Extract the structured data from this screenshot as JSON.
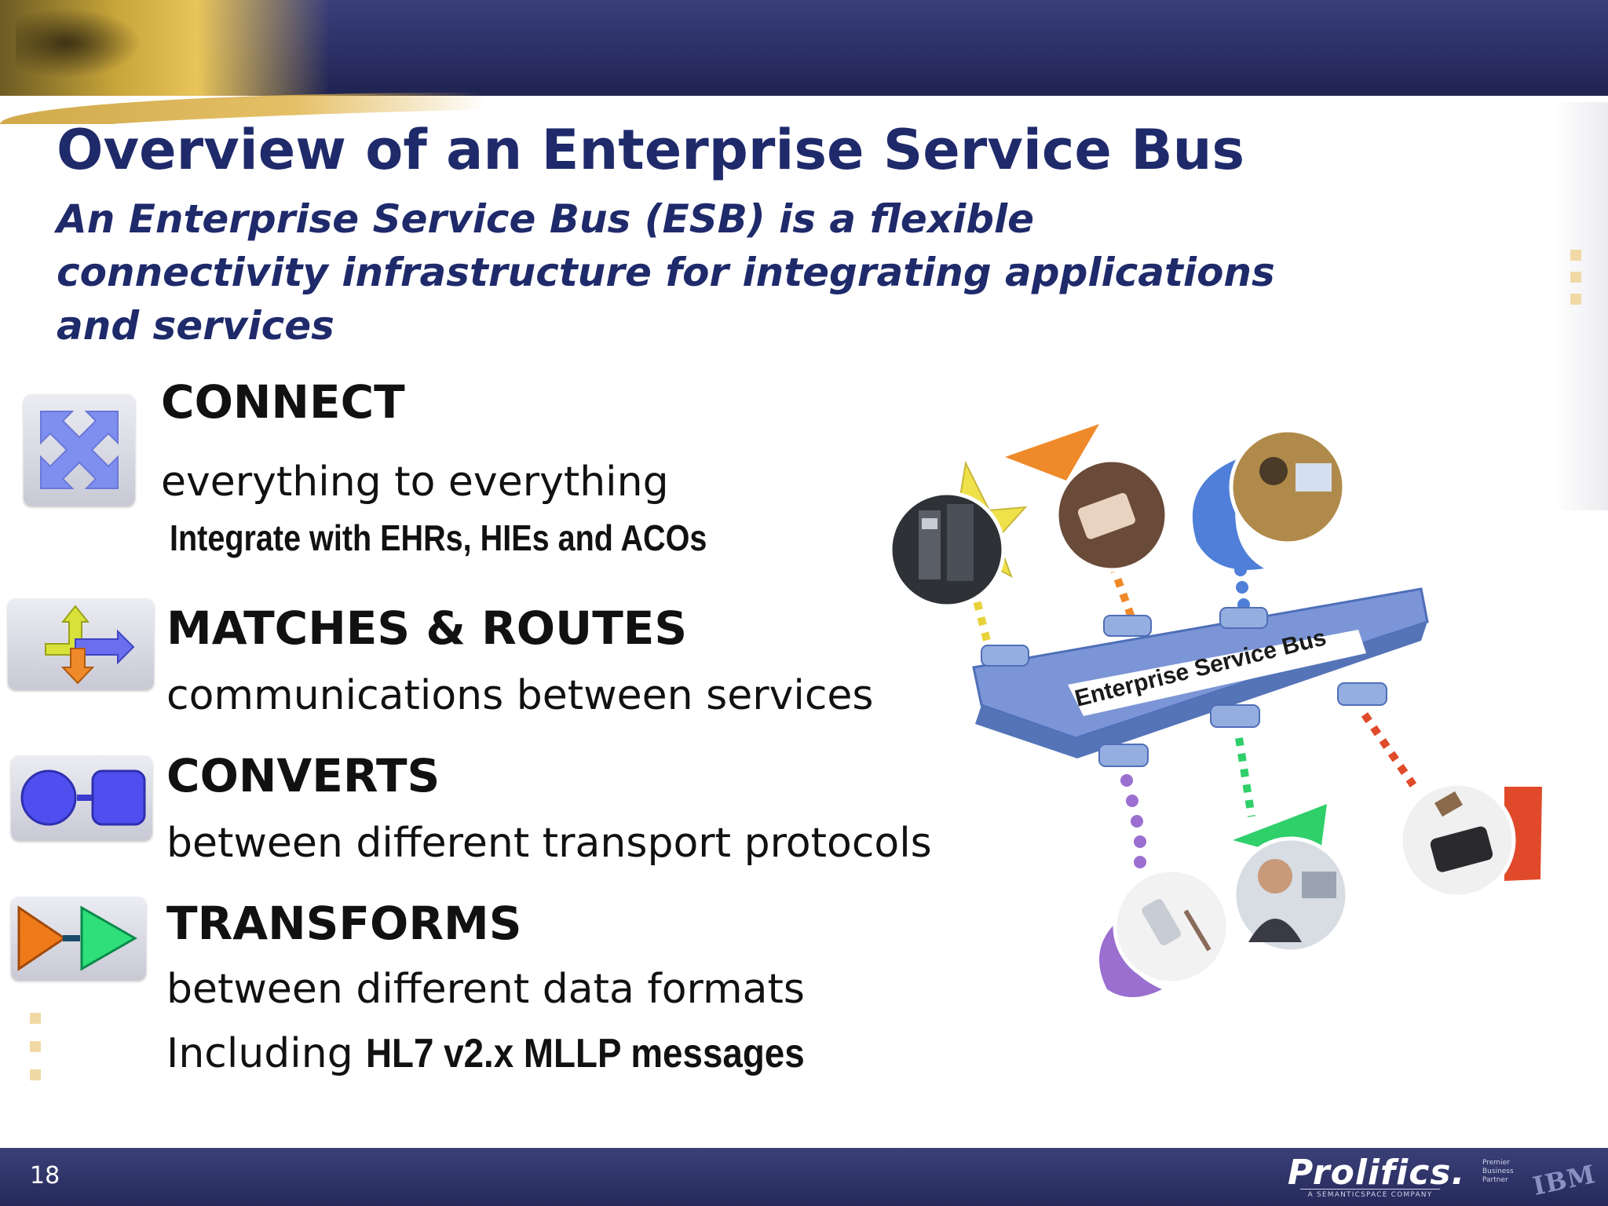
{
  "slide": {
    "title": "Overview of an Enterprise Service Bus",
    "subtitle": "An Enterprise Service Bus (ESB) is a flexible connectivity infrastructure for integrating applications and services",
    "page_number": "18"
  },
  "features": [
    {
      "heading": "CONNECT",
      "description": "everything to everything",
      "note": "Integrate with EHRs, HIEs and ACOs",
      "icon": "connect-arrows-icon"
    },
    {
      "heading": "MATCHES & ROUTES",
      "description": "communications between services",
      "icon": "route-arrows-icon"
    },
    {
      "heading": "CONVERTS",
      "description": "between different transport protocols",
      "icon": "circle-to-square-icon"
    },
    {
      "heading": "TRANSFORMS",
      "description": "between different data formats",
      "extra_prefix": "Including ",
      "extra_bold": "HL7 v2.x MLLP messages",
      "icon": "play-arrows-icon"
    }
  ],
  "diagram": {
    "bus_label": "Enterprise Service Bus",
    "colors": {
      "bus": "#6f8fcf",
      "yellow": "#efe14a",
      "orange": "#ef8a2a",
      "blue": "#4f7fd8",
      "purple": "#9a6fd0",
      "green": "#2fcf6a",
      "red": "#e04a2a"
    }
  },
  "footer": {
    "logo": "Prolifics.",
    "tagline": "A SEMANTICSPACE COMPANY",
    "partner_text": "Premier Business Partner",
    "partner_logo": "IBM"
  }
}
